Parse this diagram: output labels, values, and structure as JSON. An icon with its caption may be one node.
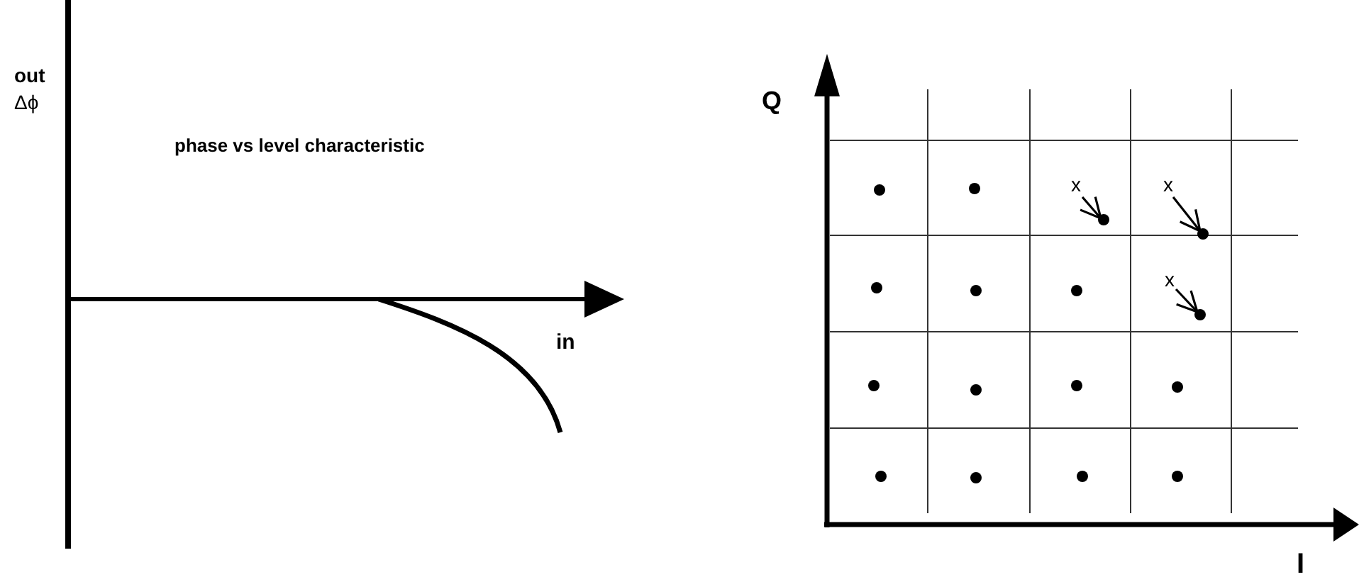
{
  "diagram": {
    "labels": [
      "out",
      "Δϕ",
      "phase vs level characteristic",
      "in",
      "Q",
      "x",
      "x",
      "x",
      "I"
    ]
  }
}
